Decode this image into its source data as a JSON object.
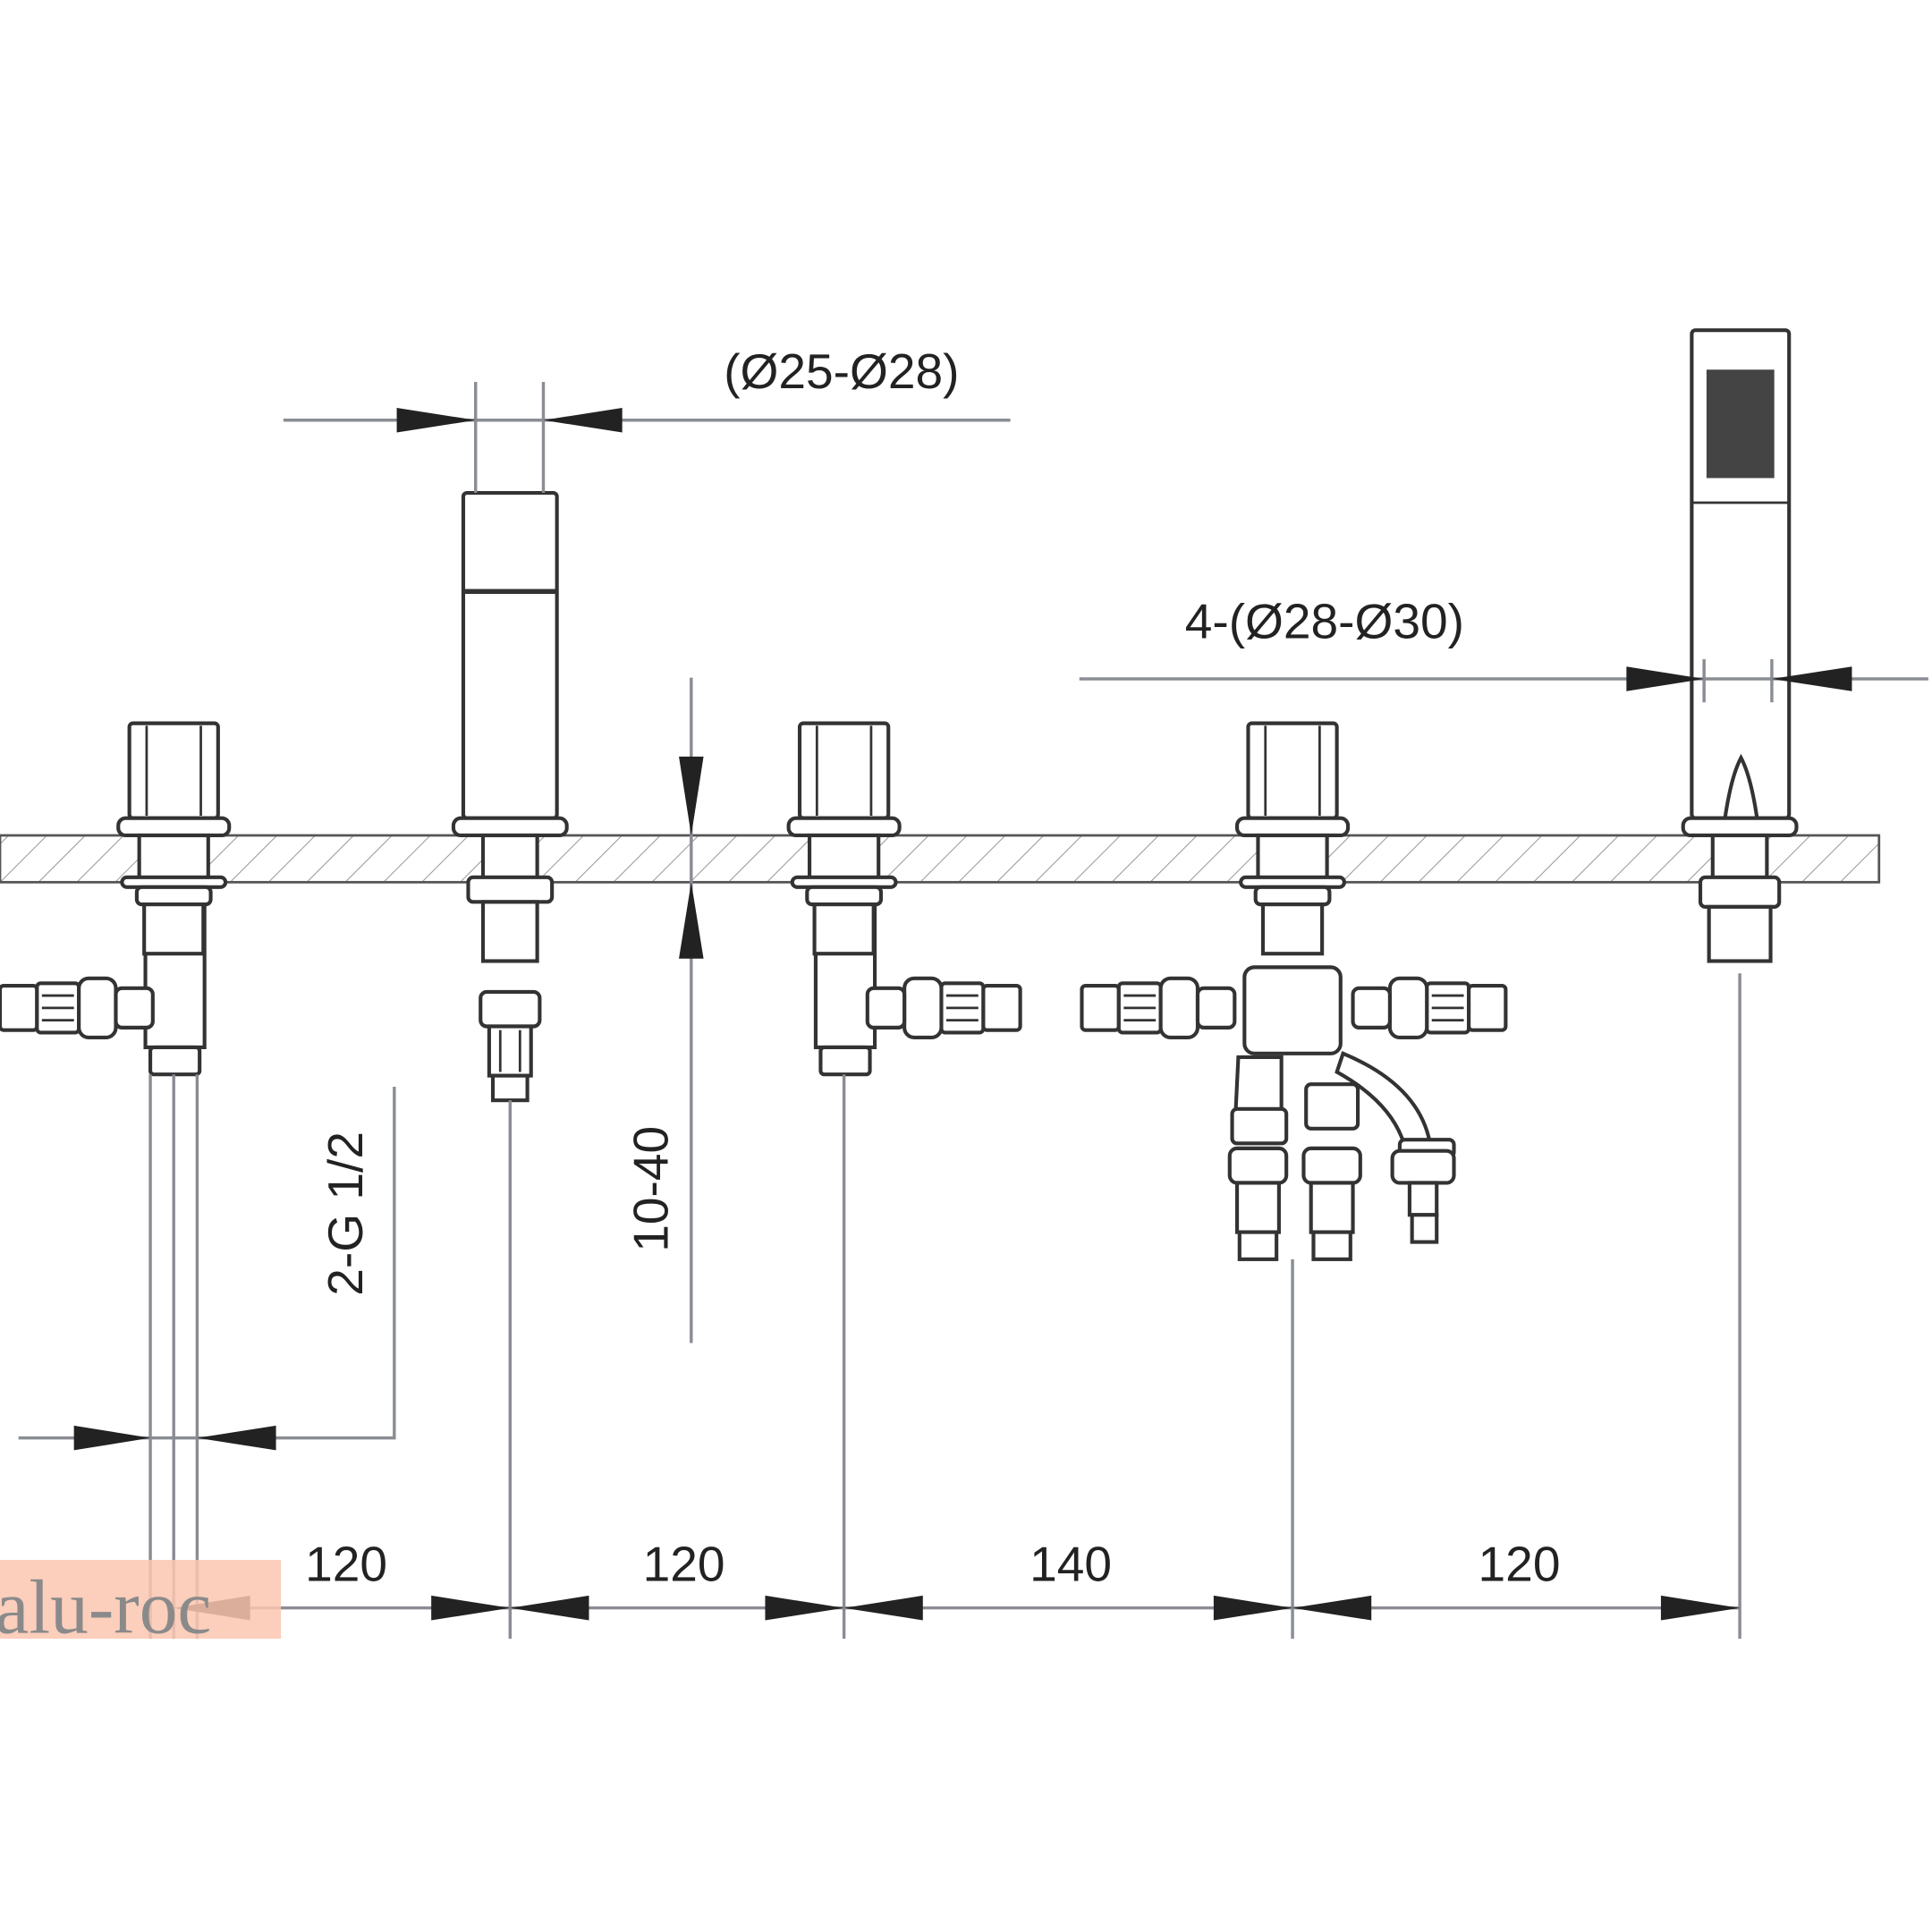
{
  "dimensions": {
    "spout_hole": "(Ø25-Ø28)",
    "other_holes": "4-(Ø28-Ø30)",
    "deck_thickness": "10-40",
    "connection": "2-G 1/2",
    "spacings": [
      "120",
      "120",
      "140",
      "120"
    ]
  },
  "watermark": "alu-roc",
  "colors": {
    "line": "#333333",
    "dim": "#8a8d93",
    "watermark_bg": "#fcc6b0"
  }
}
